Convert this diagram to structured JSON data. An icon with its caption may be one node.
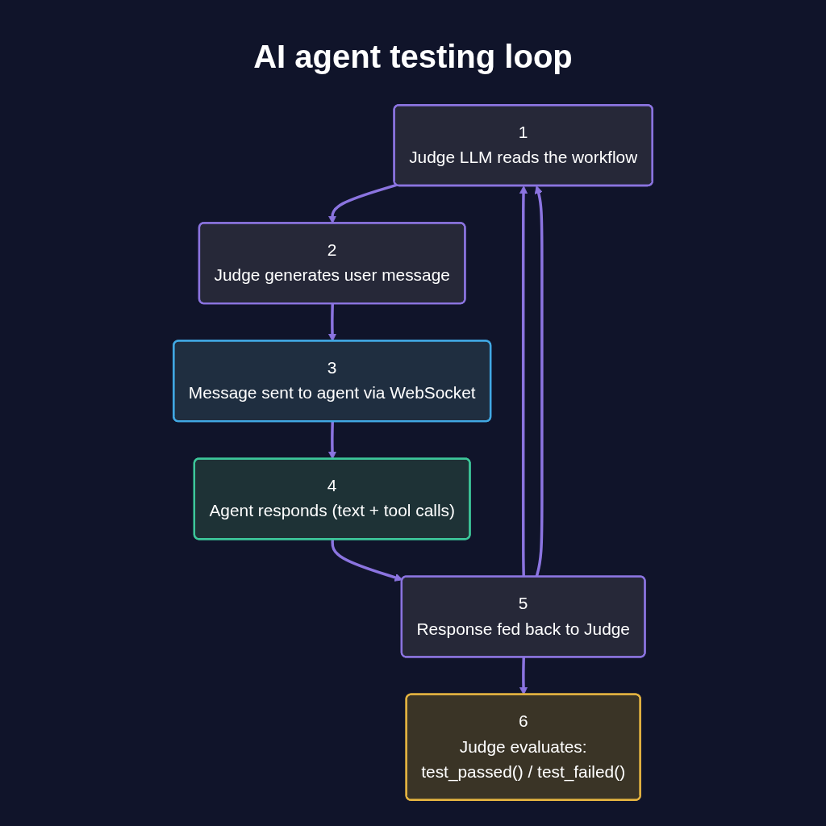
{
  "diagram": {
    "title": "AI agent testing loop",
    "nodes": [
      {
        "text": [
          "1",
          "Judge LLM reads the workflow"
        ]
      },
      {
        "text": [
          "2",
          "Judge generates user message"
        ]
      },
      {
        "text": [
          "3",
          "Message sent to agent via WebSocket"
        ]
      },
      {
        "text": [
          "4",
          "Agent responds (text + tool calls)"
        ]
      },
      {
        "text": [
          "5",
          "Response fed back to Judge"
        ]
      },
      {
        "text": [
          "6",
          "Judge evaluates:",
          "test_passed() / test_failed()"
        ]
      }
    ],
    "edges": [
      {
        "from": 0,
        "to": 1,
        "arrow": "to"
      },
      {
        "from": 1,
        "to": 2,
        "arrow": "to"
      },
      {
        "from": 2,
        "to": 3,
        "arrow": "to"
      },
      {
        "from": 3,
        "to": 4,
        "arrow": "to"
      },
      {
        "from": 4,
        "to": 5,
        "arrow": "to"
      },
      {
        "from": 4,
        "to": 0,
        "arrow": "to"
      },
      {
        "from": 4,
        "to": 0,
        "arrow": "to"
      }
    ]
  }
}
